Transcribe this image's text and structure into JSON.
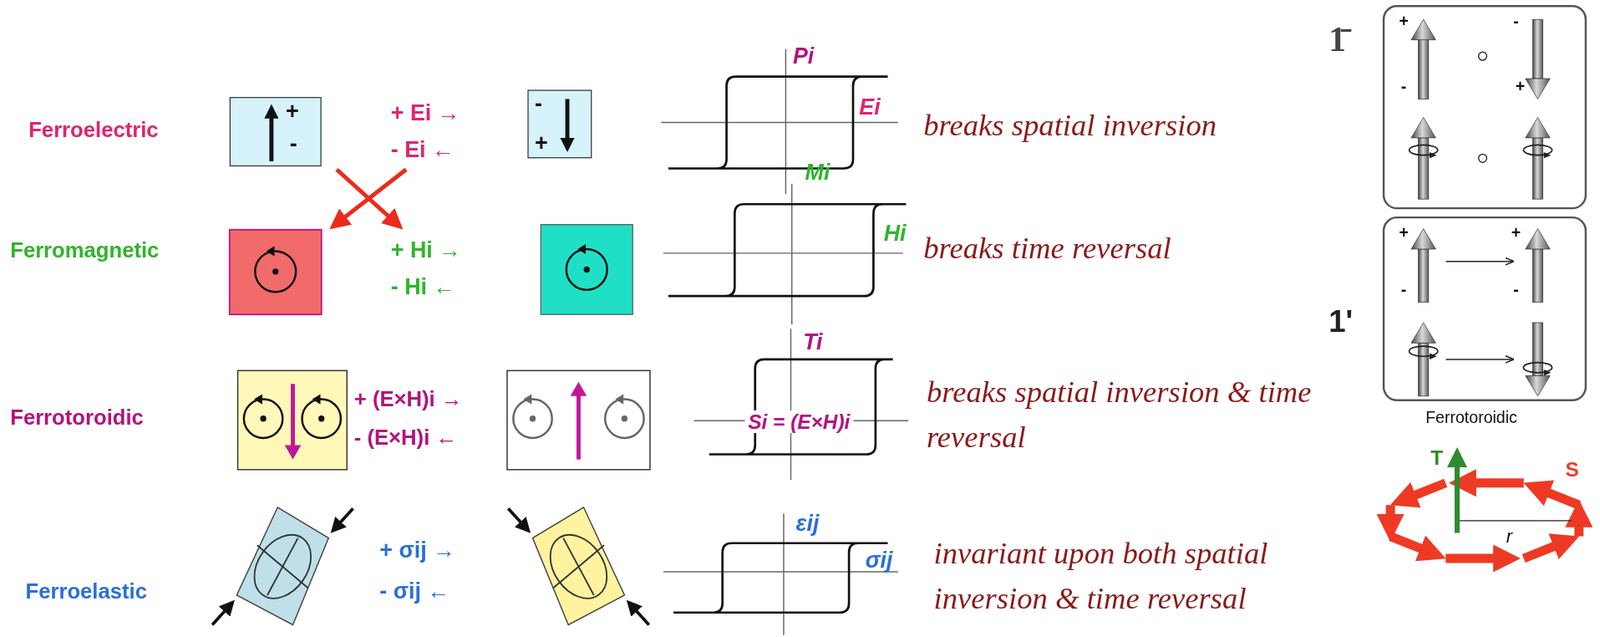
{
  "diagram": {
    "nodes": [
      {
        "text": [
          "+",
          "-"
        ]
      },
      {
        "text": [
          "-",
          "+"
        ]
      },
      {
        "text": [
          "+",
          "-",
          "-",
          "+"
        ]
      },
      {
        "text": [
          "+",
          "-",
          "+",
          "-"
        ]
      }
    ],
    "labels": [
      "Ferroelectric",
      "+ Ei →",
      "- Ei ←",
      "Pi",
      "Ei",
      "breaks spatial inversion",
      "Ferromagnetic",
      "+ Hi →",
      "- Hi ←",
      "Mi",
      "Hi",
      "breaks time reversal",
      "Ferrotoroidic",
      "+ (E×H)i →",
      "- (E×H)i ←",
      "Ti",
      "Si = (E×H)i",
      "breaks spatial inversion & time reversal",
      "Ferroelastic",
      "+ σij →",
      "- σij ←",
      "εij",
      "σij",
      "invariant upon both spatial inversion & time reversal",
      "1̄",
      "1'",
      "Ferrotoroidic",
      "T",
      "S",
      "r"
    ]
  }
}
